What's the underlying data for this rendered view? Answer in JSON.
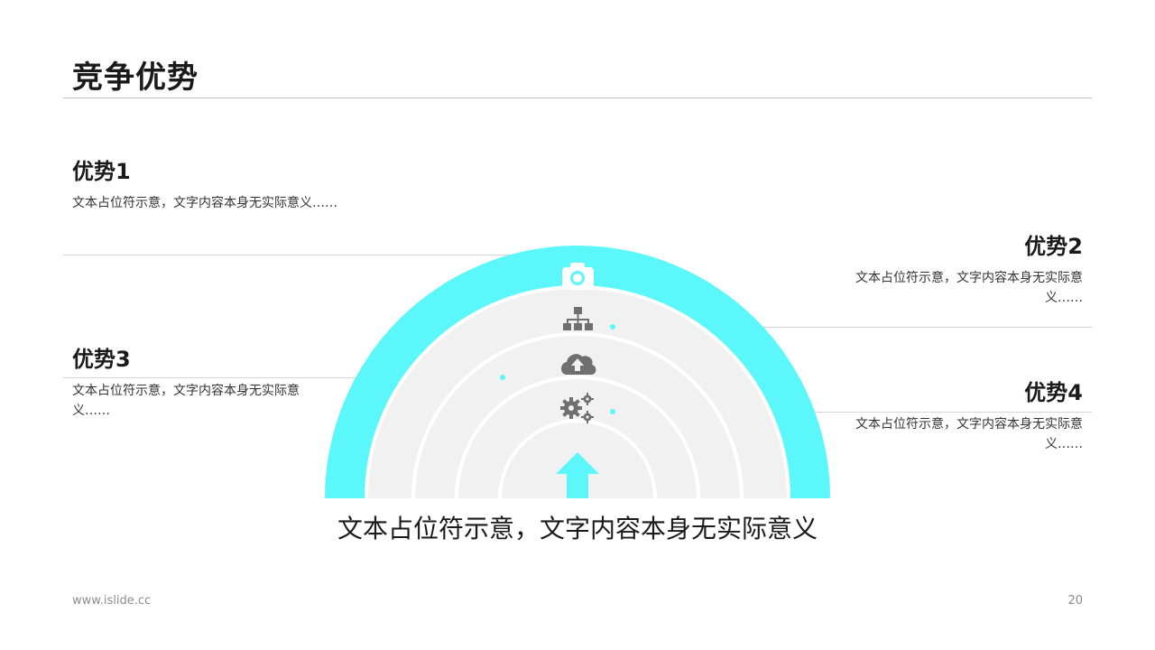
{
  "title": "竞争优势",
  "advantages": [
    {
      "label": "优势1",
      "text": "文本占位符示意，文字内容本身无实际意义……"
    },
    {
      "label": "优势2",
      "text_line1": "文本占位符示意，文字内容本身无实际意",
      "text_line2": "义……"
    },
    {
      "label": "优势3",
      "text_line1": "文本占位符示意，文字内容本身无实际意",
      "text_line2": "义……"
    },
    {
      "label": "优势4",
      "text_line1": "文本占位符示意，文字内容本身无实际意",
      "text_line2": "义……"
    }
  ],
  "caption": "文本占位符示意，文字内容本身无实际意义",
  "footer": {
    "website": "www.islide.cc",
    "page_number": "20"
  },
  "colors": {
    "accent": "#5cf7fb",
    "ring_fill": "#f1f1f1",
    "icon_gray": "#6f6f6f",
    "line_gray": "#d6d6d6"
  },
  "icons": [
    "camera-icon",
    "sitemap-icon",
    "cloud-upload-icon",
    "gears-icon",
    "up-arrow-icon"
  ]
}
